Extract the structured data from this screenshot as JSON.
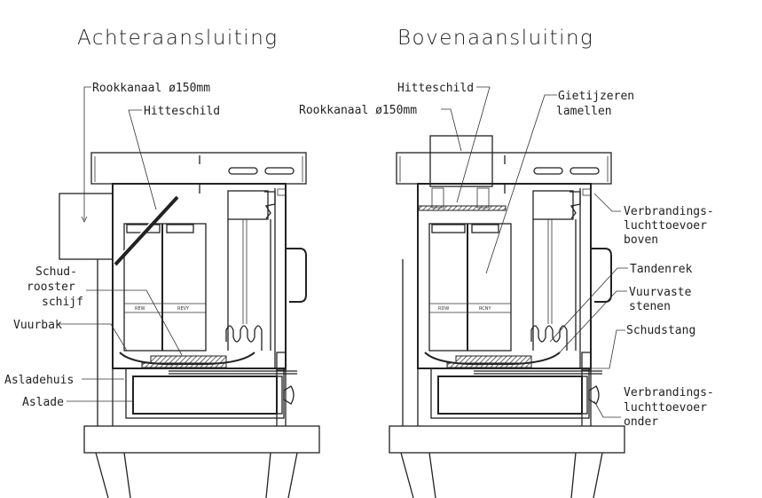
{
  "left": {
    "title": "Achteraansluiting",
    "labels": {
      "rookkanaal": "Rookkanaal ø150mm",
      "hitteschild": "Hitteschild",
      "schud1": "Schud-",
      "schud2": "rooster",
      "schud3": "schijf",
      "vuurbak": "Vuurbak",
      "asladehuis": "Asladehuis",
      "aslade": "Aslade"
    },
    "plates": [
      "REW",
      "REVY"
    ]
  },
  "right": {
    "title": "Bovenaansluiting",
    "labels": {
      "hitteschild": "Hitteschild",
      "rookkanaal": "Rookkanaal ø150mm",
      "giet1": "Gietijzeren",
      "giet2": "lamellen",
      "vb1": "Verbrandings-",
      "vb2": "luchttoevoer",
      "vb3": "boven",
      "tandenrek": "Tandenrek",
      "vuur1": "Vuurvaste",
      "vuur2": "stenen",
      "schudstang": "Schudstang",
      "vo1": "Verbrandings-",
      "vo2": "luchttoevoer",
      "vo3": "onder"
    },
    "plates": [
      "RDW",
      "RCNY"
    ]
  }
}
